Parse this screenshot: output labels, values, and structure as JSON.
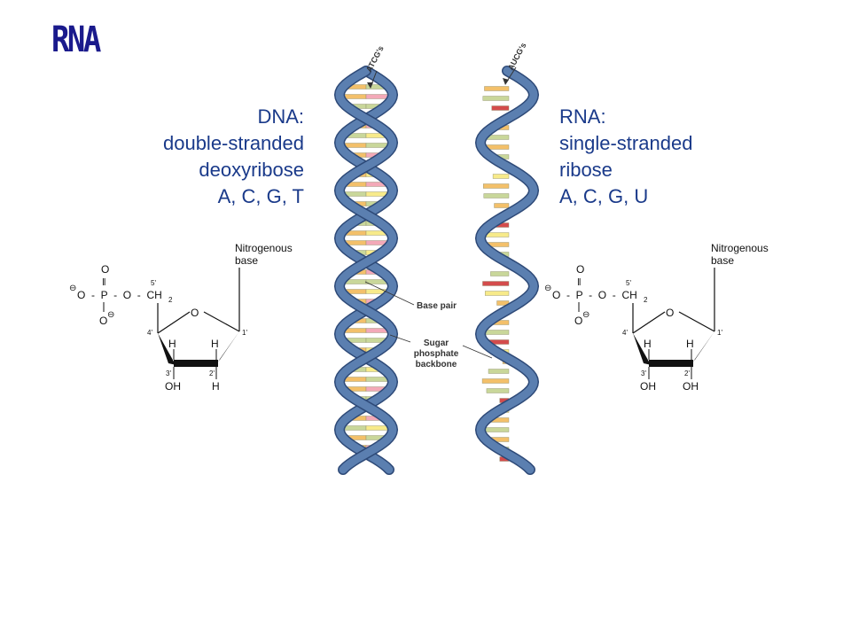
{
  "slide": {
    "title": "RNA",
    "dna": {
      "lines": [
        "DNA:",
        "double-stranded",
        "deoxyribose",
        "A, C, G, T"
      ]
    },
    "rna": {
      "lines": [
        "RNA:",
        "single-stranded",
        "ribose",
        "A, C, G, U"
      ]
    }
  },
  "helix": {
    "dna_tag": "ATCG's",
    "rna_tag": "AUCG's",
    "base_pair_label": "Base pair",
    "backbone_label": [
      "Sugar",
      "phosphate",
      "backbone"
    ],
    "colors": {
      "backbone": "#5b7fb0",
      "backbone_dark": "#2e4a78",
      "bases": [
        "#f3c06a",
        "#f3a9b8",
        "#c9d79a",
        "#d44c4c",
        "#f7ea8a"
      ]
    }
  },
  "deoxyribose": {
    "base_label": [
      "Nitrogenous",
      "base"
    ],
    "phosphate_O": "O",
    "double_bond": "‖",
    "neg": "⊖",
    "phosphate_row": "O  -  P  -  O  -  CH",
    "sub2": "2",
    "ring_O": "O",
    "C5": "5'",
    "C4": "4'",
    "C1": "1'",
    "C3": "3'",
    "C2": "2'",
    "H_left": "H",
    "H_right": "H",
    "bottom_left": "OH",
    "bottom_right": "H"
  },
  "ribose": {
    "base_label": [
      "Nitrogenous",
      "base"
    ],
    "phosphate_O": "O",
    "double_bond": "‖",
    "neg": "⊖",
    "phosphate_row": "O  -  P  -  O  -  CH",
    "sub2": "2",
    "ring_O": "O",
    "C5": "5'",
    "C4": "4'",
    "C1": "1'",
    "C3": "3'",
    "C2": "2'",
    "H_left": "H",
    "H_right": "H",
    "bottom_left": "OH",
    "bottom_right": "OH"
  }
}
